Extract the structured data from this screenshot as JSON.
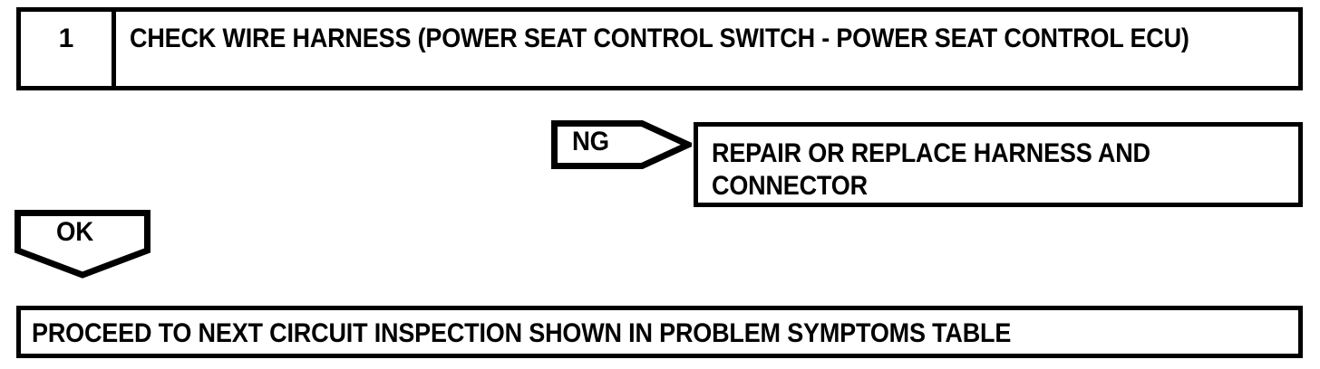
{
  "document": {
    "type": "troubleshooting-flowchart",
    "background_color": "#ffffff",
    "line_color": "#000000"
  },
  "step": {
    "number": "1",
    "title": "CHECK WIRE HARNESS (POWER SEAT CONTROL SWITCH - POWER SEAT CONTROL ECU)"
  },
  "branches": {
    "ng": {
      "label": "NG",
      "direction": "right",
      "result": "REPAIR OR REPLACE HARNESS AND CONNECTOR"
    },
    "ok": {
      "label": "OK",
      "direction": "down",
      "result": "PROCEED TO NEXT CIRCUIT INSPECTION SHOWN IN PROBLEM SYMPTOMS TABLE"
    }
  }
}
